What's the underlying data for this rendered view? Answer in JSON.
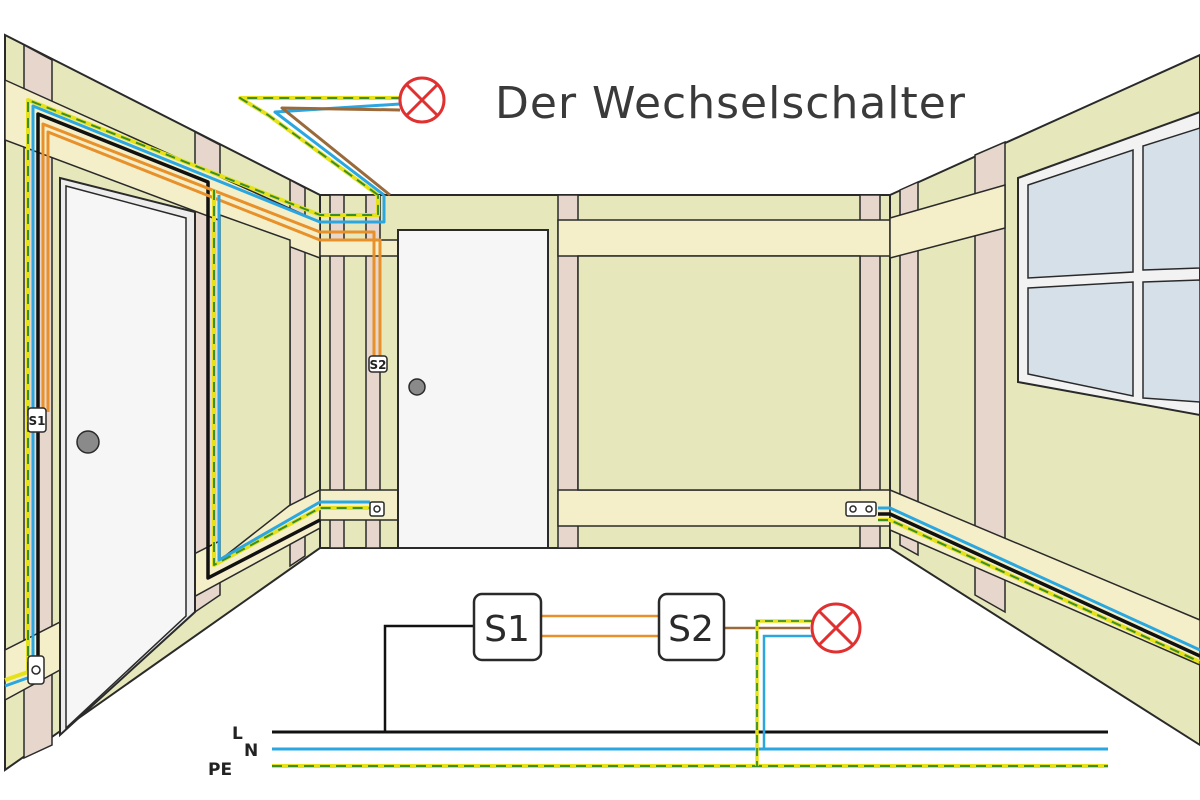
{
  "title": "Der Wechselschalter",
  "switches": {
    "s1": "S1",
    "s2": "S2"
  },
  "rails": {
    "l": "L",
    "n": "N",
    "pe": "PE"
  },
  "colors": {
    "wall": "#e6e8bc",
    "beam": "#f4efc8",
    "stud": "#e6d6cc",
    "outline": "#2a2a2a",
    "phase": "#111111",
    "neutral": "#2aa7e0",
    "earth_yellow": "#e6e21a",
    "earth_green": "#3a8f2a",
    "switch_wire": "#e8902a",
    "lamp_wire": "#9a6a3a",
    "lamp": "#e03030",
    "door": "#ececec",
    "glass": "#d6e0e8"
  }
}
